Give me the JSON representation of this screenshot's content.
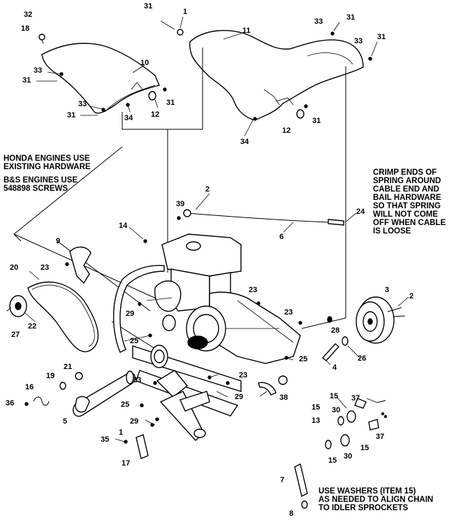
{
  "notes": {
    "honda": "HONDA ENGINES USE\nEXISTING HARDWARE",
    "bs": "B&S ENGINES USE\n548898 SCREWS",
    "crimp": "CRIMP ENDS OF\nSPRING AROUND\nCABLE END AND\nBAIL HARDWARE\nSO THAT SPRING\nWILL NOT COME\nOFF WHEN CABLE\nIS LOOSE",
    "washers": "USE WASHERS (ITEM 15)\nAS NEEDED TO ALIGN CHAIN\nTO IDLER SPROCKETS"
  },
  "callouts": [
    "32",
    "18",
    "31",
    "1",
    "11",
    "33",
    "31",
    "33",
    "31",
    "33",
    "31",
    "10",
    "33",
    "31",
    "12",
    "31",
    "34",
    "34",
    "12",
    "31",
    "2",
    "39",
    "24",
    "6",
    "14",
    "9",
    "23",
    "20",
    "27",
    "22",
    "29",
    "23",
    "23",
    "3",
    "2",
    "28",
    "25",
    "26",
    "21",
    "19",
    "16",
    "36",
    "5",
    "23",
    "25",
    "4",
    "38",
    "29",
    "23",
    "25",
    "15",
    "37",
    "15",
    "30",
    "13",
    "35",
    "1",
    "29",
    "17",
    "15",
    "30",
    "15",
    "37",
    "7",
    "8"
  ]
}
